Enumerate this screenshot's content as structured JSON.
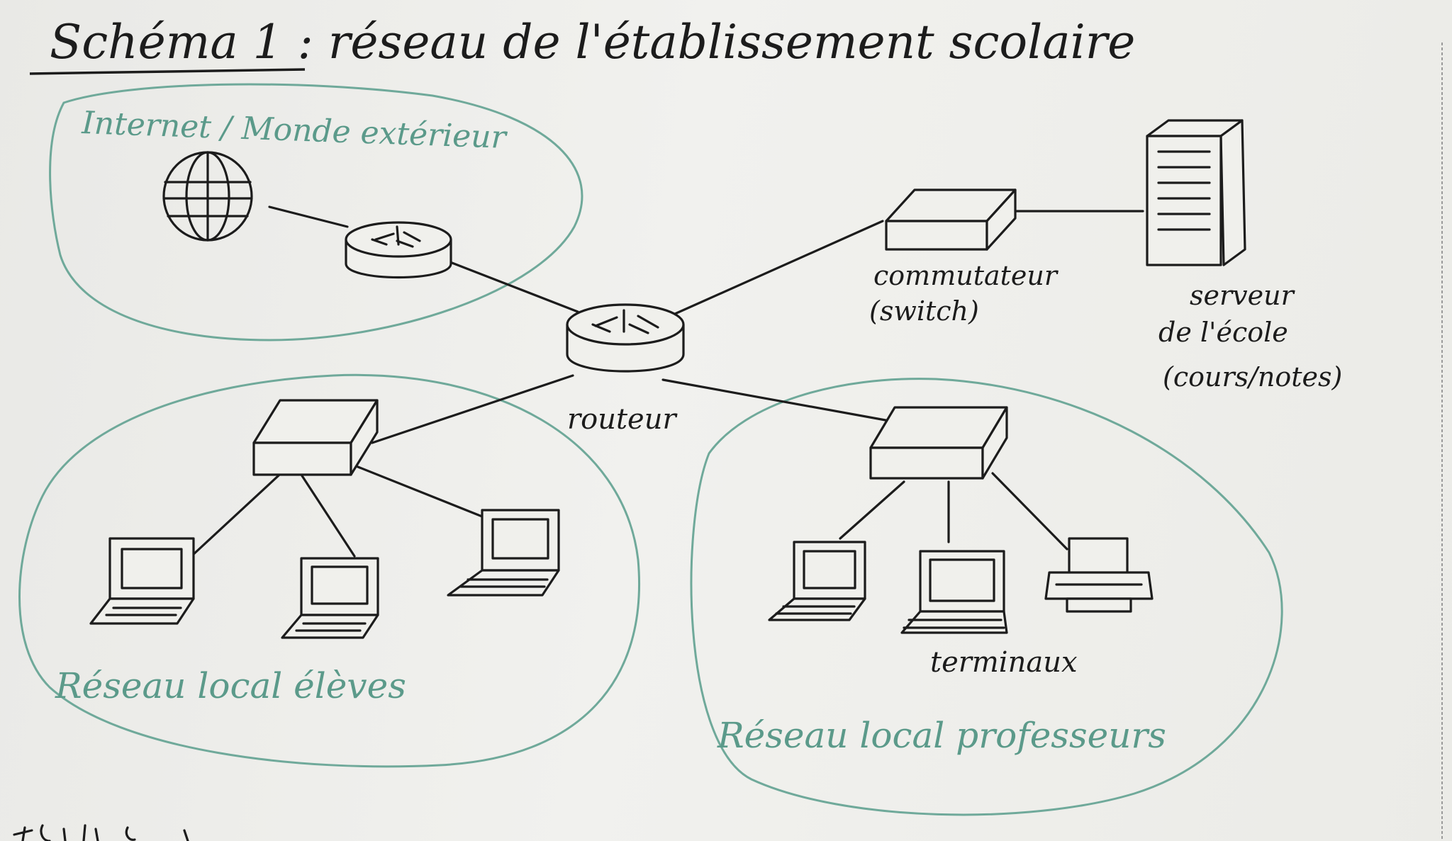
{
  "title": "Schéma 1 : réseau de l'établissement scolaire",
  "zones": {
    "internet": "Internet / Monde extérieur",
    "eleves": "Réseau local élèves",
    "professeurs": "Réseau local professeurs"
  },
  "labels": {
    "routeur": "routeur",
    "switch_line1": "commutateur",
    "switch_line2": "(switch)",
    "server_line1": "serveur",
    "server_line2": "de l'école",
    "server_line3": "(cours/notes)",
    "terminaux": "terminaux"
  },
  "colors": {
    "ink": "#1c1c1c",
    "zone": "#6fa99a",
    "paper": "#efefec"
  }
}
